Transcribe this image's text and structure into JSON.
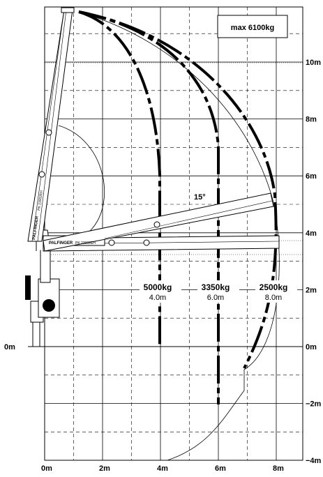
{
  "chart_data": {
    "type": "load-range-diagram",
    "max_load": "max 6100kg",
    "boom_angle": "15°",
    "load_points": [
      {
        "load": "5000kg",
        "reach": "4.0m",
        "reach_m": 4.0
      },
      {
        "load": "3350kg",
        "reach": "6.0m",
        "reach_m": 6.0
      },
      {
        "load": "2500kg",
        "reach": "8.0m",
        "reach_m": 8.0
      }
    ],
    "x_ticks": [
      "0m",
      "2m",
      "4m",
      "6m",
      "8m"
    ],
    "y_ticks_right": [
      "10m",
      "8m",
      "6m",
      "4m",
      "2m",
      "0m",
      "−2m",
      "−4m"
    ],
    "y_tick_left": "0m",
    "brand_labels": [
      "PALFINGER",
      "PK 23002EH"
    ],
    "x_range_m": [
      0,
      9
    ],
    "y_range_m": [
      -4,
      12
    ]
  }
}
